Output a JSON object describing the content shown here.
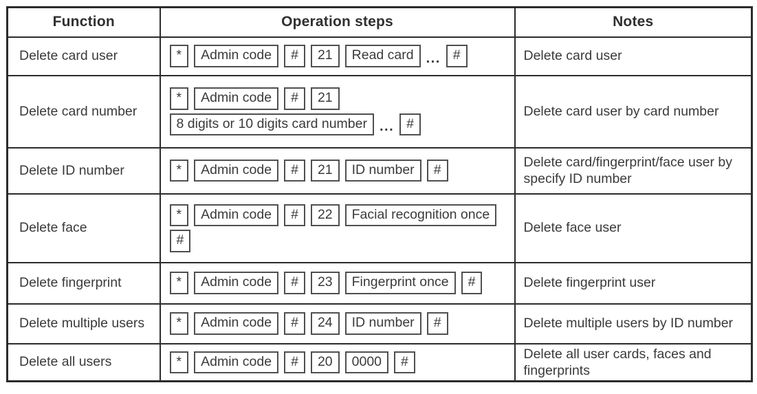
{
  "table": {
    "headers": {
      "function": "Function",
      "operation_steps": "Operation steps",
      "notes": "Notes"
    },
    "rows": [
      {
        "function": "Delete card user",
        "step_lines": [
          [
            {
              "type": "key",
              "v": "*"
            },
            {
              "type": "key",
              "v": "Admin code"
            },
            {
              "type": "key",
              "v": "#"
            },
            {
              "type": "key",
              "v": "21"
            },
            {
              "type": "key",
              "v": "Read card"
            },
            {
              "type": "ellipsis",
              "v": "..."
            },
            {
              "type": "key",
              "v": "#"
            }
          ]
        ],
        "notes": "Delete card user"
      },
      {
        "function": "Delete card number",
        "step_lines": [
          [
            {
              "type": "key",
              "v": "*"
            },
            {
              "type": "key",
              "v": "Admin code"
            },
            {
              "type": "key",
              "v": "#"
            },
            {
              "type": "key",
              "v": "21"
            }
          ],
          [
            {
              "type": "key",
              "v": "8 digits or 10 digits card number"
            },
            {
              "type": "ellipsis",
              "v": "..."
            },
            {
              "type": "key",
              "v": "#"
            }
          ]
        ],
        "notes": "Delete card user by card number"
      },
      {
        "function": "Delete ID number",
        "step_lines": [
          [
            {
              "type": "key",
              "v": "*"
            },
            {
              "type": "key",
              "v": "Admin code"
            },
            {
              "type": "key",
              "v": "#"
            },
            {
              "type": "key",
              "v": "21"
            },
            {
              "type": "key",
              "v": "ID number"
            },
            {
              "type": "key",
              "v": "#"
            }
          ]
        ],
        "notes": "Delete card/fingerprint/face user by specify ID number"
      },
      {
        "function": "Delete face",
        "step_lines": [
          [
            {
              "type": "key",
              "v": "*"
            },
            {
              "type": "key",
              "v": "Admin code"
            },
            {
              "type": "key",
              "v": "#"
            },
            {
              "type": "key",
              "v": "22"
            },
            {
              "type": "key",
              "v": "Facial recognition once"
            }
          ],
          [
            {
              "type": "key",
              "v": "#"
            }
          ]
        ],
        "notes": "Delete face user"
      },
      {
        "function": "Delete fingerprint",
        "step_lines": [
          [
            {
              "type": "key",
              "v": "*"
            },
            {
              "type": "key",
              "v": "Admin code"
            },
            {
              "type": "key",
              "v": "#"
            },
            {
              "type": "key",
              "v": "23"
            },
            {
              "type": "key",
              "v": "Fingerprint once"
            },
            {
              "type": "key",
              "v": "#"
            }
          ]
        ],
        "notes": "Delete fingerprint user"
      },
      {
        "function": "Delete multiple users",
        "step_lines": [
          [
            {
              "type": "key",
              "v": "*"
            },
            {
              "type": "key",
              "v": "Admin code"
            },
            {
              "type": "key",
              "v": "#"
            },
            {
              "type": "key",
              "v": "24"
            },
            {
              "type": "key",
              "v": "ID number"
            },
            {
              "type": "key",
              "v": "#"
            }
          ]
        ],
        "notes": "Delete multiple users by ID number"
      },
      {
        "function": "Delete all users",
        "step_lines": [
          [
            {
              "type": "key",
              "v": "*"
            },
            {
              "type": "key",
              "v": "Admin code"
            },
            {
              "type": "key",
              "v": "#"
            },
            {
              "type": "key",
              "v": "20"
            },
            {
              "type": "key",
              "v": "0000"
            },
            {
              "type": "key",
              "v": "#"
            }
          ]
        ],
        "notes": "Delete all user cards, faces and fingerprints"
      }
    ]
  },
  "colors": {
    "border": "#2b2b2b",
    "key_box_border": "#4f4f4f",
    "text": "#3a3a3a",
    "background": "#ffffff"
  }
}
